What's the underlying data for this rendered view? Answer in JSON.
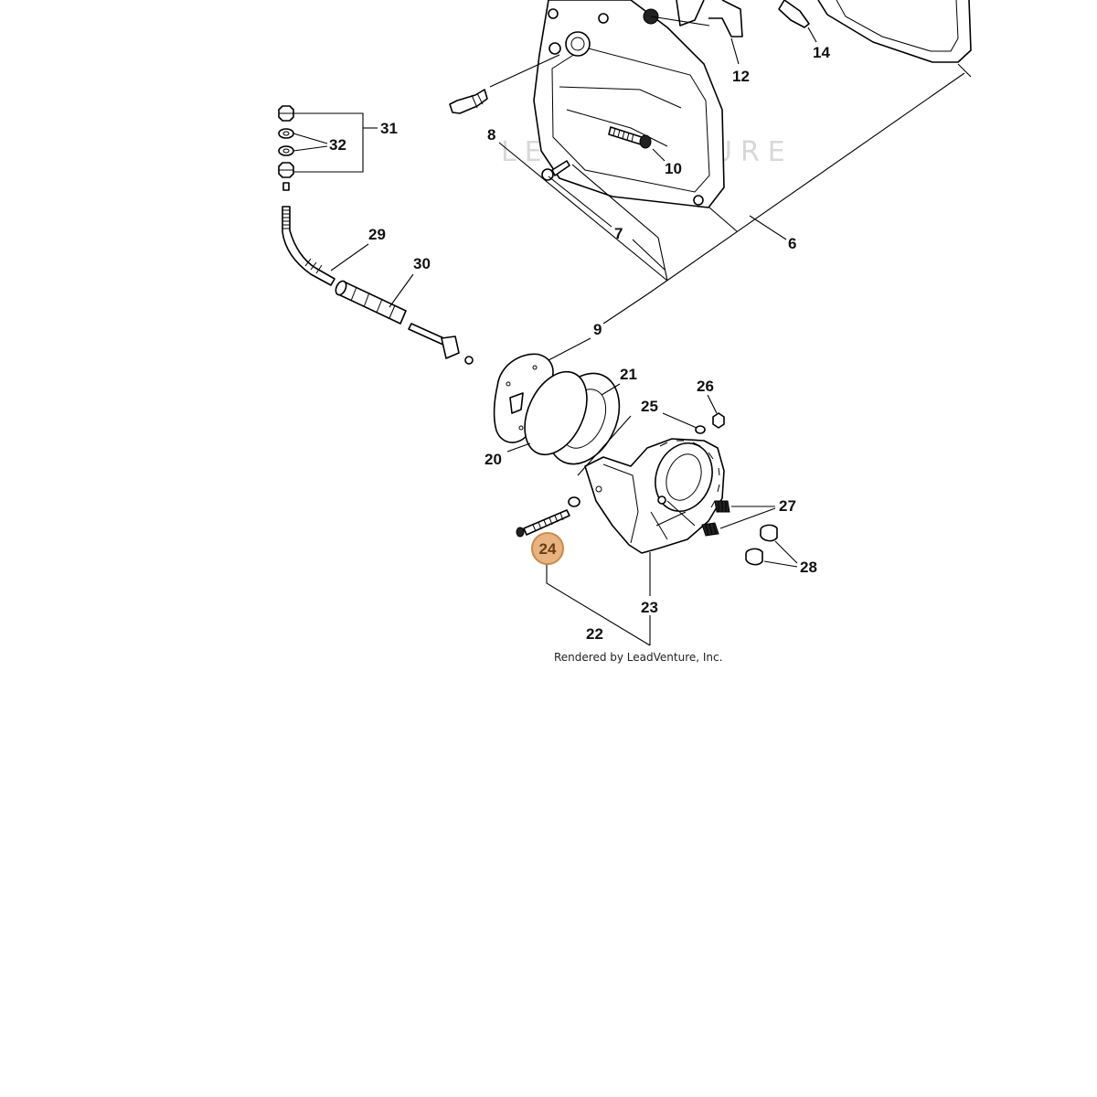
{
  "diagram": {
    "callouts": [
      "6",
      "7",
      "8",
      "9",
      "10",
      "12",
      "14",
      "20",
      "21",
      "22",
      "23",
      "25",
      "26",
      "27",
      "28",
      "29",
      "30",
      "31",
      "32"
    ],
    "highlighted_callout": "24",
    "credit": "Rendered by LeadVenture, Inc.",
    "watermark": "LEADVENTURE",
    "highlight_color": "#e8b380"
  }
}
